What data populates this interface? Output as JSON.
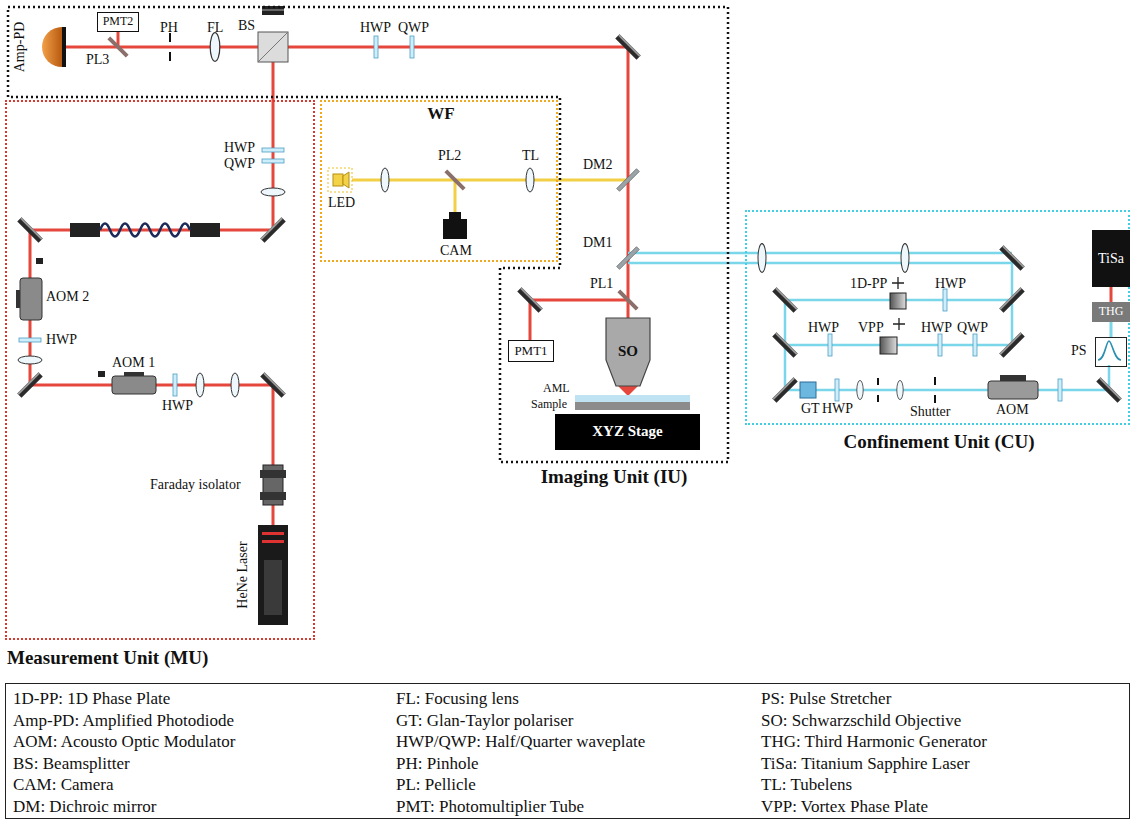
{
  "diagram": {
    "nodes": [
      {
        "text": [
          "Imaging Unit (IU)"
        ]
      },
      {
        "text": [
          "PMT2"
        ],
        "in": 0
      },
      {
        "text": [
          "PMT1"
        ],
        "in": 0
      },
      {
        "text": [
          "SO"
        ],
        "in": 0
      },
      {
        "text": [
          "XYZ Stage"
        ],
        "in": 0
      },
      {
        "text": [
          "Measurement Unit (MU)"
        ]
      },
      {
        "text": [
          "WF"
        ]
      },
      {
        "text": [
          "Confinement Unit (CU)"
        ]
      },
      {
        "text": [
          "TiSa"
        ],
        "in": 7
      },
      {
        "text": [
          "THG"
        ],
        "in": 7
      },
      {
        "text": [
          "PS"
        ],
        "in": 7
      },
      {
        "text": [
          "1D-PP: 1D Phase Plate",
          "Amp-PD: Amplified Photodiode",
          "AOM: Acousto Optic Modulator",
          "BS: Beamsplitter",
          "CAM: Camera",
          "DM: Dichroic mirror",
          "FL: Focusing lens",
          "GT: Glan-Taylor polariser",
          "HWP/QWP: Half/Quarter waveplate",
          "PH: Pinhole",
          "PL: Pellicle",
          "PMT: Photomultiplier Tube",
          "PS: Pulse Stretcher",
          "SO: Schwarzschild Objective",
          "THG: Third Harmonic Generator",
          "TiSa: Titanium Sapphire Laser",
          "TL: Tubelens",
          "VPP: Vortex Phase Plate"
        ]
      }
    ],
    "edges": [
      {
        "from": 8,
        "to": 9,
        "arrow": "none"
      },
      {
        "from": 9,
        "to": 10,
        "arrow": "none"
      }
    ],
    "labels": [
      "Amp-PD",
      "PL3",
      "PH",
      "FL",
      "BS",
      "HWP",
      "QWP",
      "HWP",
      "QWP",
      "PL2",
      "TL",
      "LED",
      "CAM",
      "DM2",
      "DM1",
      "PL1",
      "AML",
      "Sample",
      "AOM 2",
      "HWP",
      "AOM 1",
      "HWP",
      "Faraday isolator",
      "HeNe Laser",
      "1D-PP",
      "HWP",
      "HWP",
      "VPP",
      "HWP",
      "QWP",
      "GT",
      "HWP",
      "Shutter",
      "AOM"
    ]
  }
}
